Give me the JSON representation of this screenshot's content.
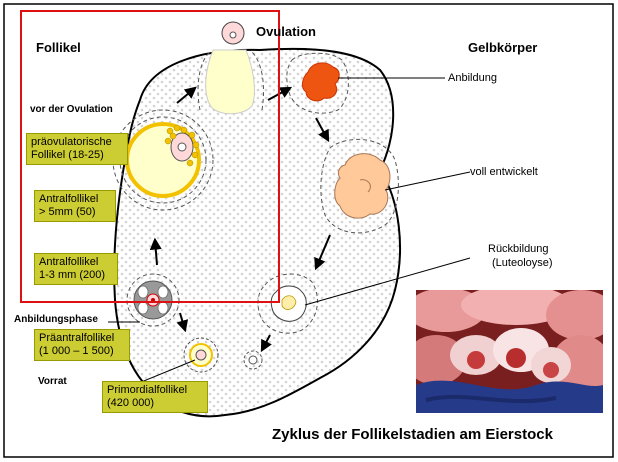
{
  "labels": {
    "ovulation": "Ovulation",
    "follikel": "Follikel",
    "gelbkoerper": "Gelbkörper",
    "anbildung": "Anbildung",
    "vor_der_ovulation": "vor der Ovulation",
    "voll_entwickelt": "voll entwickelt",
    "rueckbildung_1": "Rückbildung",
    "rueckbildung_2": "(Luteoloyse)",
    "anbildungsphase": "Anbildungsphase",
    "vorrat": "Vorrat"
  },
  "stages": {
    "praeovulatorisch": [
      "präovulatorische",
      "Follikel (18-25)"
    ],
    "antral_gross": [
      "Antralfollikel",
      "> 5mm (50)"
    ],
    "antral_klein": [
      "Antralfollikel",
      "1-3 mm (200)"
    ],
    "praeantral": [
      "Präantralfollikel",
      "(1 000 – 1 500)"
    ],
    "primordial": [
      "Primordialfollikel",
      "(420 000)"
    ]
  },
  "title": "Zyklus der Follikelstadien am Eierstock",
  "colors": {
    "box_fill": "#cccc33",
    "highlight_frame": "#dd1111",
    "corpus_young": "#ee5511",
    "corpus_mature": "#ffc999",
    "follicle_fluid": "#ffffcc",
    "follicle_ring": "#f2c200"
  }
}
